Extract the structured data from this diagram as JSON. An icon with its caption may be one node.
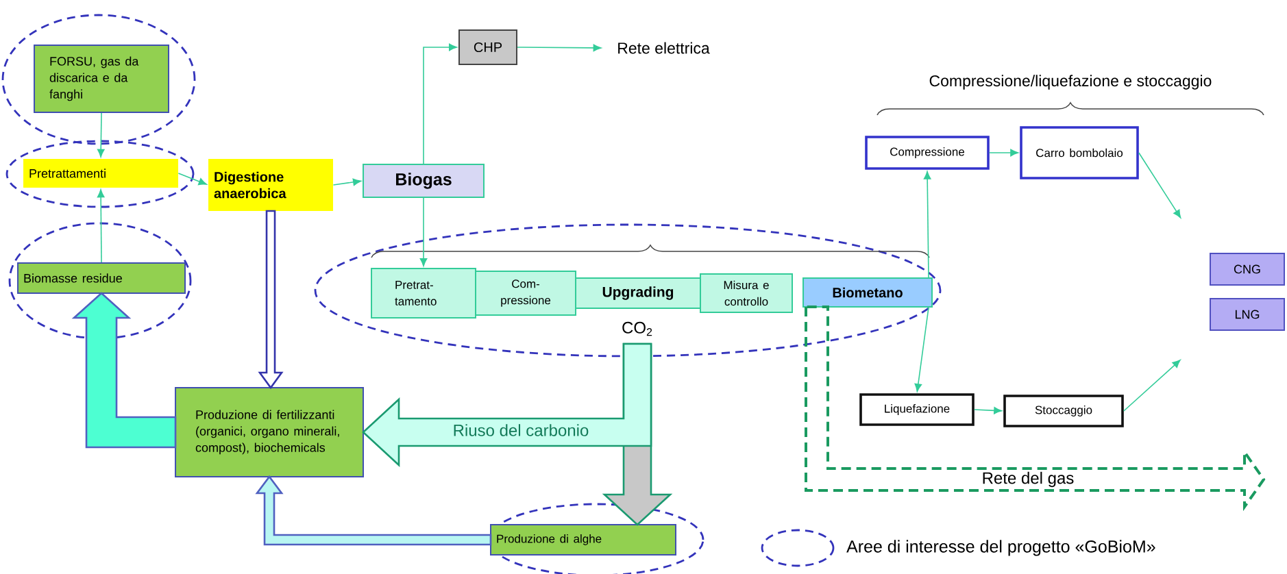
{
  "diagram": {
    "nodes": [
      {
        "text": [
          "FORSU, gas da discarica e da fanghi"
        ]
      },
      {
        "text": [
          "Pretrattamenti"
        ]
      },
      {
        "text": [
          "Biomasse residue"
        ]
      },
      {
        "text": [
          "Digestione anaerobica"
        ]
      },
      {
        "text": [
          "Biogas"
        ]
      },
      {
        "text": [
          "CHP"
        ]
      },
      {
        "text": [
          "Rete elettrica"
        ]
      },
      {
        "text": [
          "Pretrat- tamento"
        ]
      },
      {
        "text": [
          "Com- pressione"
        ]
      },
      {
        "text": [
          "Upgrading"
        ]
      },
      {
        "text": [
          "Misura e controllo"
        ]
      },
      {
        "text": [
          "Biometano"
        ]
      },
      {
        "text": [
          "Compressione"
        ]
      },
      {
        "text": [
          "Carro bombolaio"
        ]
      },
      {
        "text": [
          "Liquefazione"
        ]
      },
      {
        "text": [
          "Stoccaggio"
        ]
      },
      {
        "text": [
          "CNG"
        ]
      },
      {
        "text": [
          "LNG"
        ]
      },
      {
        "text": [
          "Produzione di fertilizzanti (organici, organo minerali, compost), biochemicals"
        ]
      },
      {
        "text": [
          "Produzione di alghe"
        ]
      },
      {
        "text": [
          "CO$_{2}$"
        ]
      }
    ],
    "edges": [
      {
        "from": 0,
        "to": 1,
        "arrow": "to"
      },
      {
        "from": 2,
        "to": 1,
        "arrow": "to"
      },
      {
        "from": 1,
        "to": 3,
        "arrow": "to"
      },
      {
        "from": 3,
        "to": 4,
        "arrow": "to"
      },
      {
        "from": 4,
        "to": 5,
        "arrow": "to"
      },
      {
        "from": 5,
        "to": 6,
        "arrow": "to"
      },
      {
        "from": 4,
        "to": 7,
        "arrow": "to"
      },
      {
        "from": 3,
        "to": 18,
        "arrow": "to",
        "style": "thick",
        "color": "#3333aa"
      },
      {
        "from": 18,
        "to": 2,
        "arrow": "to",
        "style": "thick",
        "color": "#5060c0"
      },
      {
        "from": 19,
        "to": 18,
        "arrow": "to",
        "style": "thick",
        "color": "#5060c0"
      },
      {
        "from": 20,
        "to": 19,
        "arrow": "to",
        "style": "thick",
        "color": "#1a9a70"
      },
      {
        "from": 20,
        "to": 18,
        "arrow": "to",
        "style": "thick",
        "color": "#1a9a70",
        "label": "Riuso del carbonio"
      },
      {
        "from": 11,
        "to": 12,
        "arrow": "to"
      },
      {
        "from": 11,
        "to": 14,
        "arrow": "to"
      },
      {
        "from": 12,
        "to": 13,
        "arrow": "to"
      },
      {
        "from": 14,
        "to": 15,
        "arrow": "to"
      },
      {
        "from": 13,
        "to": null,
        "arrow": "to"
      },
      {
        "from": 15,
        "to": null,
        "arrow": "to"
      },
      {
        "from": 11,
        "to": null,
        "arrow": "to",
        "style": "dashed",
        "color": "#1a9a60",
        "label": "Rete del gas"
      }
    ],
    "labels": [
      "Compressione/liquefazione e stoccaggio"
    ],
    "legend": [
      {
        "text": "Aree di interesse del progetto «GoBioM»"
      }
    ]
  }
}
